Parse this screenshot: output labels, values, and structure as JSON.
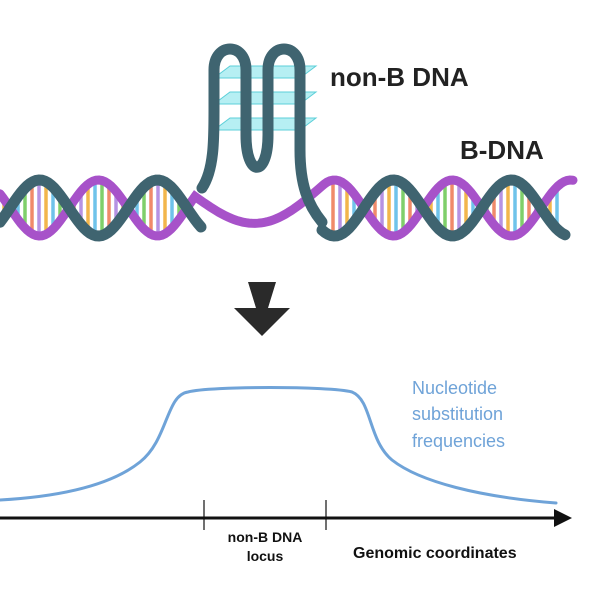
{
  "labels": {
    "non_b_dna": "non-B DNA",
    "b_dna": "B-DNA",
    "curve_line1": "Nucleotide",
    "curve_line2": "substitution",
    "curve_line3": "frequencies",
    "locus_line1": "non-B DNA",
    "locus_line2": "locus",
    "axis_label": "Genomic coordinates"
  },
  "colors": {
    "strand_purple": "#a752c9",
    "strand_teal": "#3f6470",
    "curve_blue": "#6fa3d8",
    "quadruplex_plane": "#8fe6ec",
    "arrow": "#2a2a2a",
    "rung_palette": [
      "#f2b64b",
      "#6fc3ea",
      "#7fcf6a",
      "#f08a6a",
      "#b692e3"
    ]
  },
  "icons": {
    "down_arrow": "down-arrow-icon",
    "axis_arrow": "arrow-right-icon"
  }
}
